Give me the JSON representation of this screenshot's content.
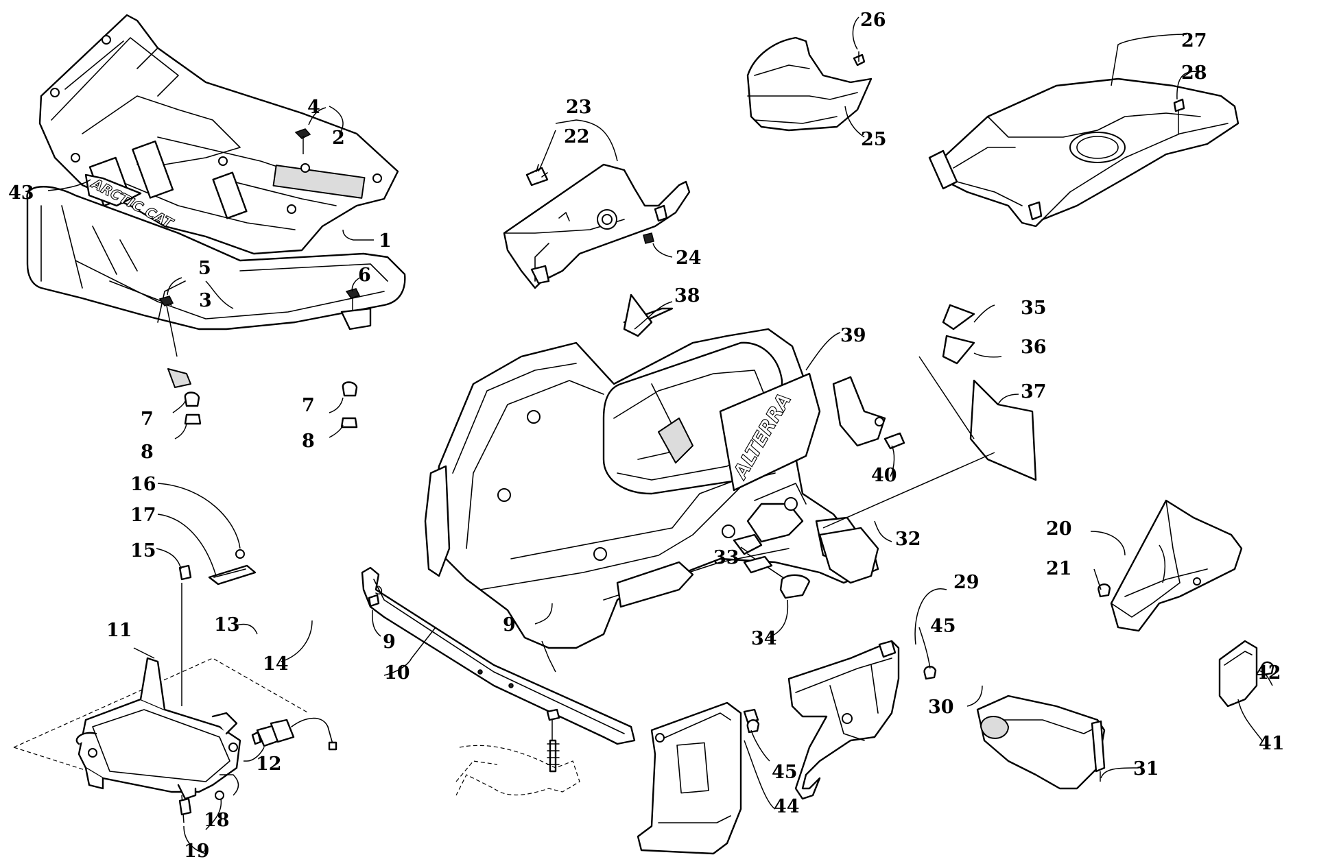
{
  "callouts": {
    "c1": "1",
    "c2": "2",
    "c3": "3",
    "c4": "4",
    "c5": "5",
    "c6": "6",
    "c7a": "7",
    "c7b": "7",
    "c8a": "8",
    "c8b": "8",
    "c9a": "9",
    "c9b": "9",
    "c10": "10",
    "c11": "11",
    "c12": "12",
    "c13": "13",
    "c14": "14",
    "c15": "15",
    "c16": "16",
    "c17": "17",
    "c18": "18",
    "c19": "19",
    "c20": "20",
    "c21": "21",
    "c22": "22",
    "c23": "23",
    "c24": "24",
    "c25": "25",
    "c26": "26",
    "c27": "27",
    "c28": "28",
    "c29": "29",
    "c30": "30",
    "c31": "31",
    "c32": "32",
    "c33": "33",
    "c34": "34",
    "c35": "35",
    "c36": "36",
    "c37": "37",
    "c38": "38",
    "c39": "39",
    "c40": "40",
    "c41": "41",
    "c42": "42",
    "c43": "43",
    "c44": "44",
    "c45a": "45",
    "c45b": "45"
  },
  "logos": {
    "rack_brand": "ARCTIC CAT",
    "panel_brand": "ALTERRA"
  }
}
